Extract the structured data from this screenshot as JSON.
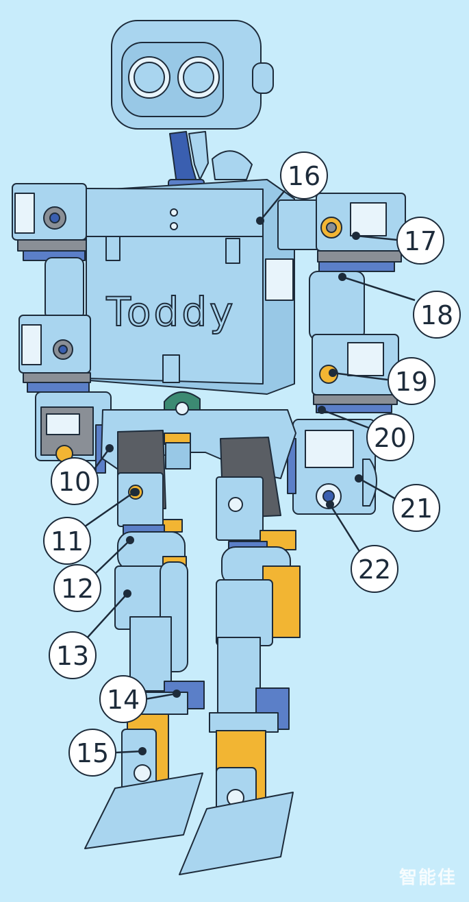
{
  "robot": {
    "chest_text": "Toddy"
  },
  "colors": {
    "background": "#c8ecfb",
    "body": "#a9d5ef",
    "outline": "#1d2b3a",
    "servo_gray": "#8a8f96",
    "servo_dark": "#5a5e64",
    "horn_blue": "#3a5fb0",
    "gear_blue": "#5b7fc8",
    "servo_orange": "#f2b533",
    "gear_green": "#3c8a72",
    "label_fill": "#ffffff"
  },
  "callouts": [
    {
      "id": "16",
      "label": "16"
    },
    {
      "id": "17",
      "label": "17"
    },
    {
      "id": "18",
      "label": "18"
    },
    {
      "id": "19",
      "label": "19"
    },
    {
      "id": "20",
      "label": "20"
    },
    {
      "id": "21",
      "label": "21"
    },
    {
      "id": "22",
      "label": "22"
    },
    {
      "id": "10",
      "label": "10"
    },
    {
      "id": "11",
      "label": "11"
    },
    {
      "id": "12",
      "label": "12"
    },
    {
      "id": "13",
      "label": "13"
    },
    {
      "id": "14",
      "label": "14"
    },
    {
      "id": "15",
      "label": "15"
    }
  ],
  "watermark": "智能佳"
}
